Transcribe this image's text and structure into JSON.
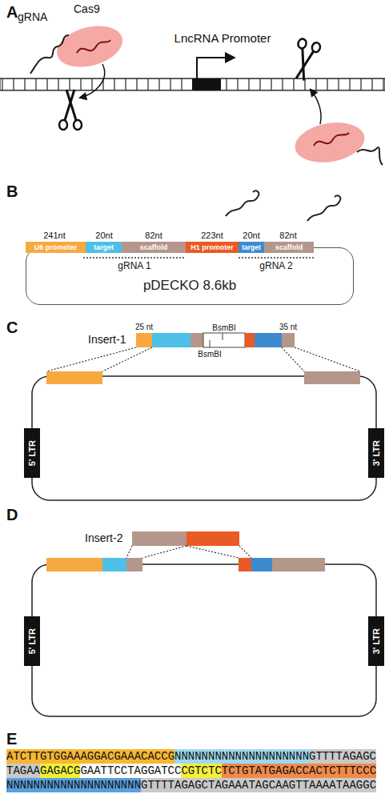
{
  "diagram": {
    "nodes": [
      {
        "text": [
          "U6 promoter"
        ]
      },
      {
        "text": [
          "target"
        ]
      },
      {
        "text": [
          "scaffold"
        ]
      },
      {
        "text": [
          "H1 promoter"
        ]
      },
      {
        "text": [
          "target"
        ]
      },
      {
        "text": [
          "scaffold"
        ]
      },
      {
        "text": [
          "pDECKO 8.6kb"
        ]
      },
      {
        "text": [
          "5' LTR"
        ]
      },
      {
        "text": [
          "3' LTR"
        ]
      },
      {
        "text": [
          "5' LTR"
        ]
      },
      {
        "text": [
          "3' LTR"
        ]
      }
    ],
    "labels": [
      "A",
      "gRNA",
      "Cas9",
      "LncRNA Promoter",
      "B",
      "241nt",
      "20nt",
      "82nt",
      "223nt",
      "20nt",
      "82nt",
      "gRNA 1",
      "gRNA 2",
      "C",
      "25 nt",
      "Insert-1",
      "BsmBI",
      "BsmBI",
      "35 nt",
      "D",
      "Insert-2",
      "E",
      "ATCTTGTGGAAAGGACGAAACACCG",
      "NNNNNNNNNNNNNNNNNNNN",
      "GTTTTAGAGC",
      "TAGAA",
      "GAGACG",
      "GAATTCCTAGGATCC",
      "CGTCTC",
      "TCTGTATGAGACCACTCTTTCCC",
      "NNNNNNNNNNNNNNNNNNNN",
      "GTTTTAGAGCTAGAAATAGCAAGTTAAAATAAGGC"
    ]
  }
}
